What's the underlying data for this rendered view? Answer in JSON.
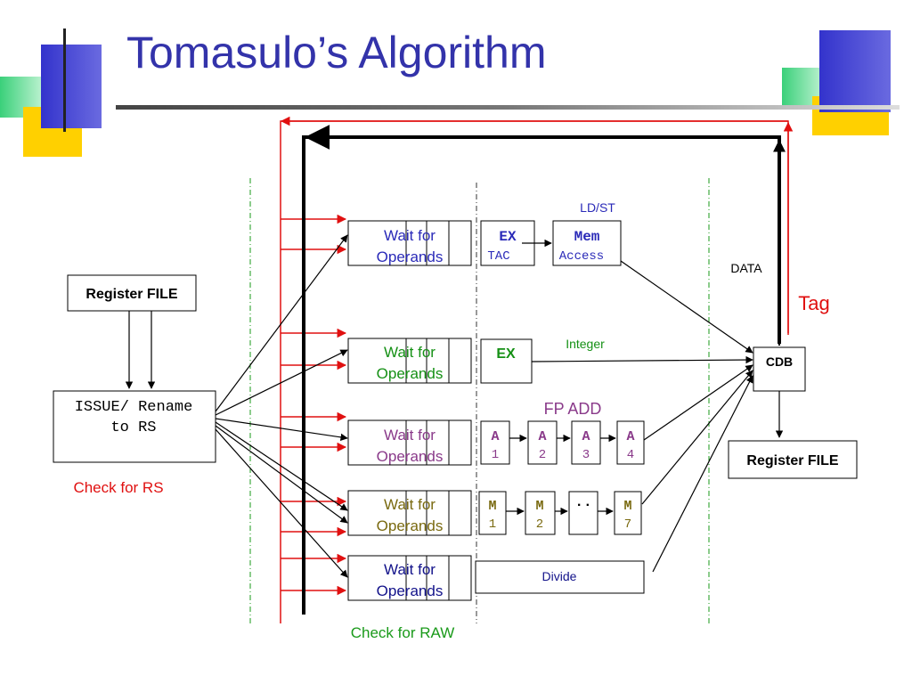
{
  "slide": {
    "title": "Tomasulo’s Algorithm",
    "colors": {
      "title": "#3333aa",
      "accent_red": "#e01010",
      "accent_green": "#1a9a1a"
    }
  },
  "register_file_left": {
    "label": "Register FILE"
  },
  "issue": {
    "line1": "ISSUE/ Rename",
    "line2": "to RS"
  },
  "check_rs": "Check for RS",
  "check_raw": "Check for RAW",
  "reservation_stations": [
    {
      "line1": "Wait for",
      "line2": "Operands",
      "color": "#2a2ab8"
    },
    {
      "line1": "Wait for",
      "line2": "Operands",
      "color": "#159015"
    },
    {
      "line1": "Wait for",
      "line2": "Operands",
      "color": "#8a3a8a"
    },
    {
      "line1": "Wait for",
      "line2": "Operands",
      "color": "#7a6a10"
    },
    {
      "line1": "Wait for",
      "line2": "Operands",
      "color": "#12128a"
    }
  ],
  "ldst": {
    "label": "LD/ST",
    "ex": "EX",
    "tac": "TAC",
    "mem": "Mem",
    "access": "Access"
  },
  "integer": {
    "label": "Integer",
    "ex": "EX"
  },
  "fp_add": {
    "label": "FP ADD",
    "stages": [
      {
        "a": "A",
        "b": "1"
      },
      {
        "a": "A",
        "b": "2"
      },
      {
        "a": "A",
        "b": "3"
      },
      {
        "a": "A",
        "b": "4"
      }
    ]
  },
  "fp_mul": {
    "stages": [
      {
        "a": "M",
        "b": "1"
      },
      {
        "a": "M",
        "b": "2"
      },
      {
        "a": "··",
        "b": ""
      },
      {
        "a": "M",
        "b": "7"
      }
    ]
  },
  "divide": {
    "label": "Divide"
  },
  "data_label": "DATA",
  "tag_label": "Tag",
  "cdb": {
    "label": "CDB"
  },
  "register_file_right": {
    "label": "Register FILE"
  }
}
